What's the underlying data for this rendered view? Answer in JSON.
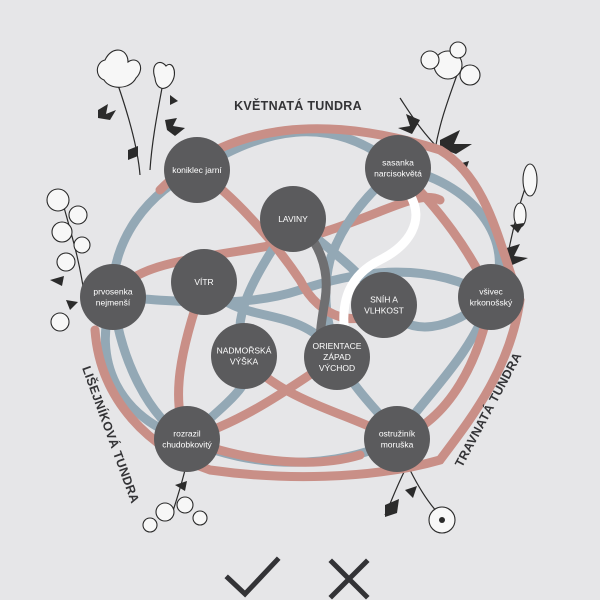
{
  "colors": {
    "background": "#e6e6e8",
    "node": "#5b5b5d",
    "strand_red": "#c98f87",
    "strand_blue": "#93a8b5",
    "strand_grey": "#6f6f71",
    "strand_white": "#ffffff",
    "text_dark": "#333336"
  },
  "regions": {
    "top": "KVĚTNATÁ TUNDRA",
    "left": "LIŠEJNÍKOVÁ TUNDRA",
    "right": "TRAVNATÁ TUNDRA"
  },
  "nodes": [
    {
      "id": "koniklec",
      "lines": [
        "koniklec jarní"
      ]
    },
    {
      "id": "sasanka",
      "lines": [
        "sasanka",
        "narcisokvětá"
      ]
    },
    {
      "id": "laviny",
      "lines": [
        "LAVINY"
      ]
    },
    {
      "id": "prvosenka",
      "lines": [
        "prvosenka",
        "nejmenší"
      ]
    },
    {
      "id": "vitr",
      "lines": [
        "VÍTR"
      ]
    },
    {
      "id": "snih",
      "lines": [
        "SNÍH A",
        "VLHKOST"
      ]
    },
    {
      "id": "vsivec",
      "lines": [
        "všivec",
        "krkonošský"
      ]
    },
    {
      "id": "vyska",
      "lines": [
        "NADMOŘSKÁ",
        "VÝŠKA"
      ]
    },
    {
      "id": "orientace",
      "lines": [
        "ORIENTACE",
        "ZÁPAD",
        "VÝCHOD"
      ]
    },
    {
      "id": "rozrazil",
      "lines": [
        "rozrazil",
        "chudobkovitý"
      ]
    },
    {
      "id": "ostruzinik",
      "lines": [
        "ostružiník",
        "moruška"
      ]
    }
  ],
  "controls": {
    "confirm_icon": "check-icon",
    "reject_icon": "cross-icon"
  }
}
